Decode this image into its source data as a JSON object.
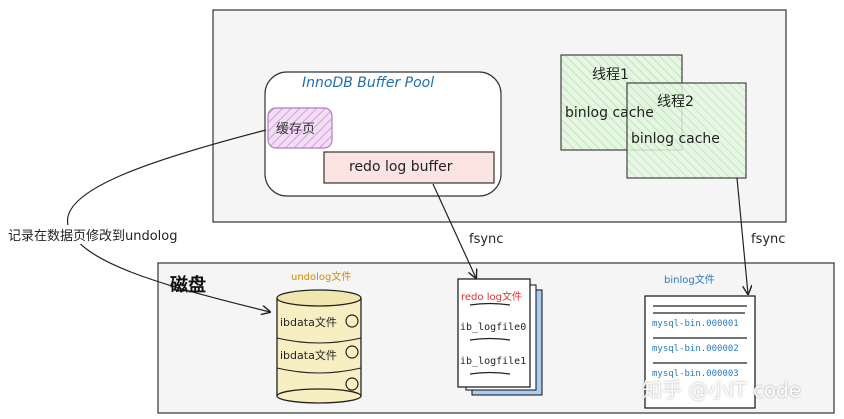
{
  "memory": {
    "buffer_pool": {
      "title": "InnoDB Buffer Pool",
      "cache_page": "缓存页",
      "redo_log_buffer": "redo log buffer"
    },
    "threads": [
      {
        "name": "线程1",
        "cache": "binlog cache"
      },
      {
        "name": "线程2",
        "cache": "binlog cache"
      }
    ]
  },
  "arrows": {
    "undolog_label": "记录在数据页修改到undolog",
    "fsync_redo": "fsync",
    "fsync_binlog": "fsync"
  },
  "disk": {
    "label": "磁盘",
    "undolog": {
      "title": "undolog文件",
      "files": [
        "ibdata文件",
        "ibdata文件"
      ]
    },
    "redolog": {
      "title": "redo log文件",
      "files": [
        "ib_logfile0",
        "ib_logfile1"
      ]
    },
    "binlog": {
      "title": "binlog文件",
      "files": [
        "mysql-bin.000001",
        "mysql-bin.000002",
        "mysql-bin.000003"
      ]
    }
  },
  "watermark": "知乎 @小IT code",
  "colors": {
    "pool_title": "#1f6fb0",
    "undolog_title": "#d48a00",
    "redolog_title": "#e03030",
    "binlog_title": "#2a7ac0",
    "cache_page_fill": "#e9c8ef",
    "redo_buffer_fill": "#fbe4e1",
    "thread_fill": "#d6f0d3",
    "db_fill": "#f7efc2",
    "redolog_back": "#a8cdf3"
  }
}
